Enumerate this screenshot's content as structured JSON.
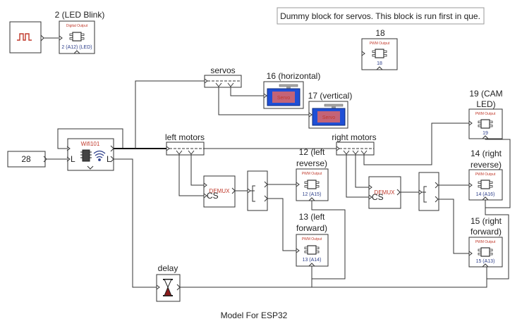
{
  "caption": "Model For ESP32",
  "comment_note": "Dummy block for servos. This block is run first in que.",
  "blocks": {
    "pulse": {
      "name": "pulse-generator",
      "icon": "square-wave-icon"
    },
    "led_blink": {
      "title": "2 (LED Blink)",
      "kind": "Digital Output",
      "pin": "2 (A12) (LED)"
    },
    "pwm18": {
      "title": "18",
      "kind": "PWM Output",
      "pin": "18"
    },
    "constant": {
      "value": "28"
    },
    "wifi": {
      "title": "Wifi101",
      "left_port": "L",
      "right_port": "L"
    },
    "servos_bus": {
      "title": "servos"
    },
    "servo16": {
      "title": "16 (horizontal)",
      "label": "Servo"
    },
    "servo17": {
      "title": "17 (vertical)",
      "label": "Servo"
    },
    "left_bus": {
      "title": "left motors"
    },
    "right_bus": {
      "title": "right motors"
    },
    "demux_left": {
      "label": "DEMUX",
      "port": "CS"
    },
    "demux_right": {
      "label": "DEMUX",
      "port": "CS"
    },
    "pwm12": {
      "title_l1": "12 (left",
      "title_l2": "reverse)",
      "kind": "PWM Output",
      "pin": "12 (A15)"
    },
    "pwm13": {
      "title_l1": "13 (left",
      "title_l2": "forward)",
      "kind": "PWM Output",
      "pin": "13 (A14)"
    },
    "pwm19": {
      "title_l1": "19 (CAM",
      "title_l2": "LED)",
      "kind": "PWM Output",
      "pin": "19"
    },
    "pwm14": {
      "title_l1": "14 (right",
      "title_l2": "reverse)",
      "kind": "PWM Output",
      "pin": "14 (A16)"
    },
    "pwm15": {
      "title_l1": "15 (right",
      "title_l2": "forward)",
      "kind": "PWM Output",
      "pin": "15 (A13)"
    },
    "delay": {
      "title": "delay",
      "icon": "hourglass-icon"
    }
  },
  "colors": {
    "accent_red": "#c0392b",
    "accent_blue": "#2c3e8a",
    "servo_blue": "#1f4fd6",
    "servo_inner": "#e06666",
    "wire": "#333333"
  }
}
